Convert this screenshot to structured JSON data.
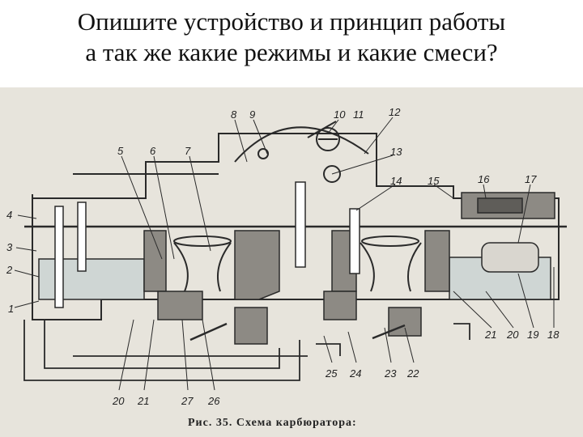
{
  "slide": {
    "title_line1": "Опишите устройство и принцип работы",
    "title_line2": "а так же какие режимы и какие смеси?"
  },
  "figure": {
    "caption": "Рис. 35. Схема карбюратора:",
    "colors": {
      "metal": "#8d8a84",
      "fuel": "#cfd6d4",
      "line": "#2a2a2a",
      "paper": "#e7e4dc"
    },
    "labels": [
      "1",
      "2",
      "3",
      "4",
      "5",
      "6",
      "7",
      "8",
      "9",
      "10",
      "11",
      "12",
      "13",
      "14",
      "15",
      "16",
      "17",
      "18",
      "19",
      "20",
      "21",
      "22",
      "23",
      "24",
      "25",
      "26",
      "27",
      "20",
      "21"
    ]
  }
}
